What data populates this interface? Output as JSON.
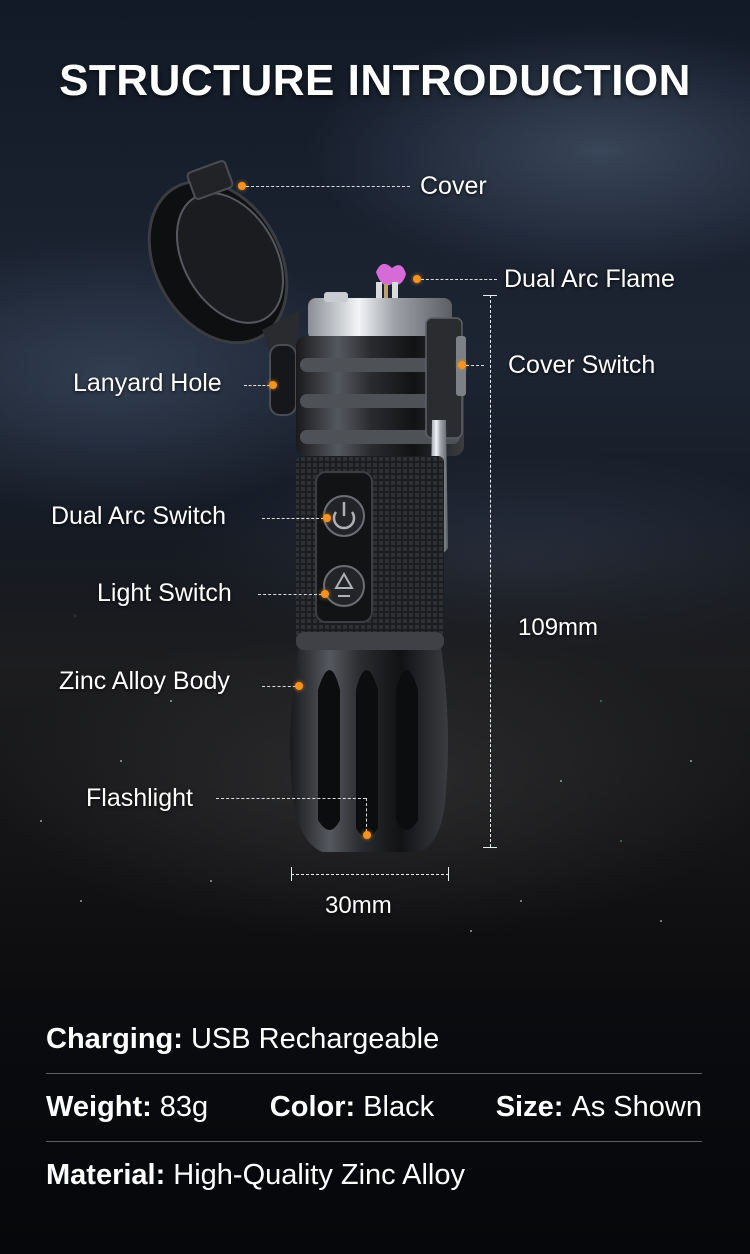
{
  "title": "STRUCTURE INTRODUCTION",
  "callouts": {
    "cover": "Cover",
    "dual_arc_flame": "Dual Arc Flame",
    "cover_switch": "Cover Switch",
    "lanyard_hole": "Lanyard Hole",
    "dual_arc_switch": "Dual Arc Switch",
    "light_switch": "Light Switch",
    "zinc_alloy_body": "Zinc Alloy Body",
    "flashlight": "Flashlight"
  },
  "dimensions": {
    "height": "109mm",
    "width": "30mm"
  },
  "specs": {
    "charging": {
      "key": "Charging:",
      "value": "USB Rechargeable"
    },
    "weight": {
      "key": "Weight:",
      "value": "83g"
    },
    "color": {
      "key": "Color:",
      "value": "Black"
    },
    "size": {
      "key": "Size:",
      "value": "As Shown"
    },
    "material": {
      "key": "Material:",
      "value": "High-Quality Zinc Alloy"
    }
  },
  "colors": {
    "accent_dot": "#f6921e",
    "arc_flame": "#d66ad6",
    "background": "#121a27"
  }
}
